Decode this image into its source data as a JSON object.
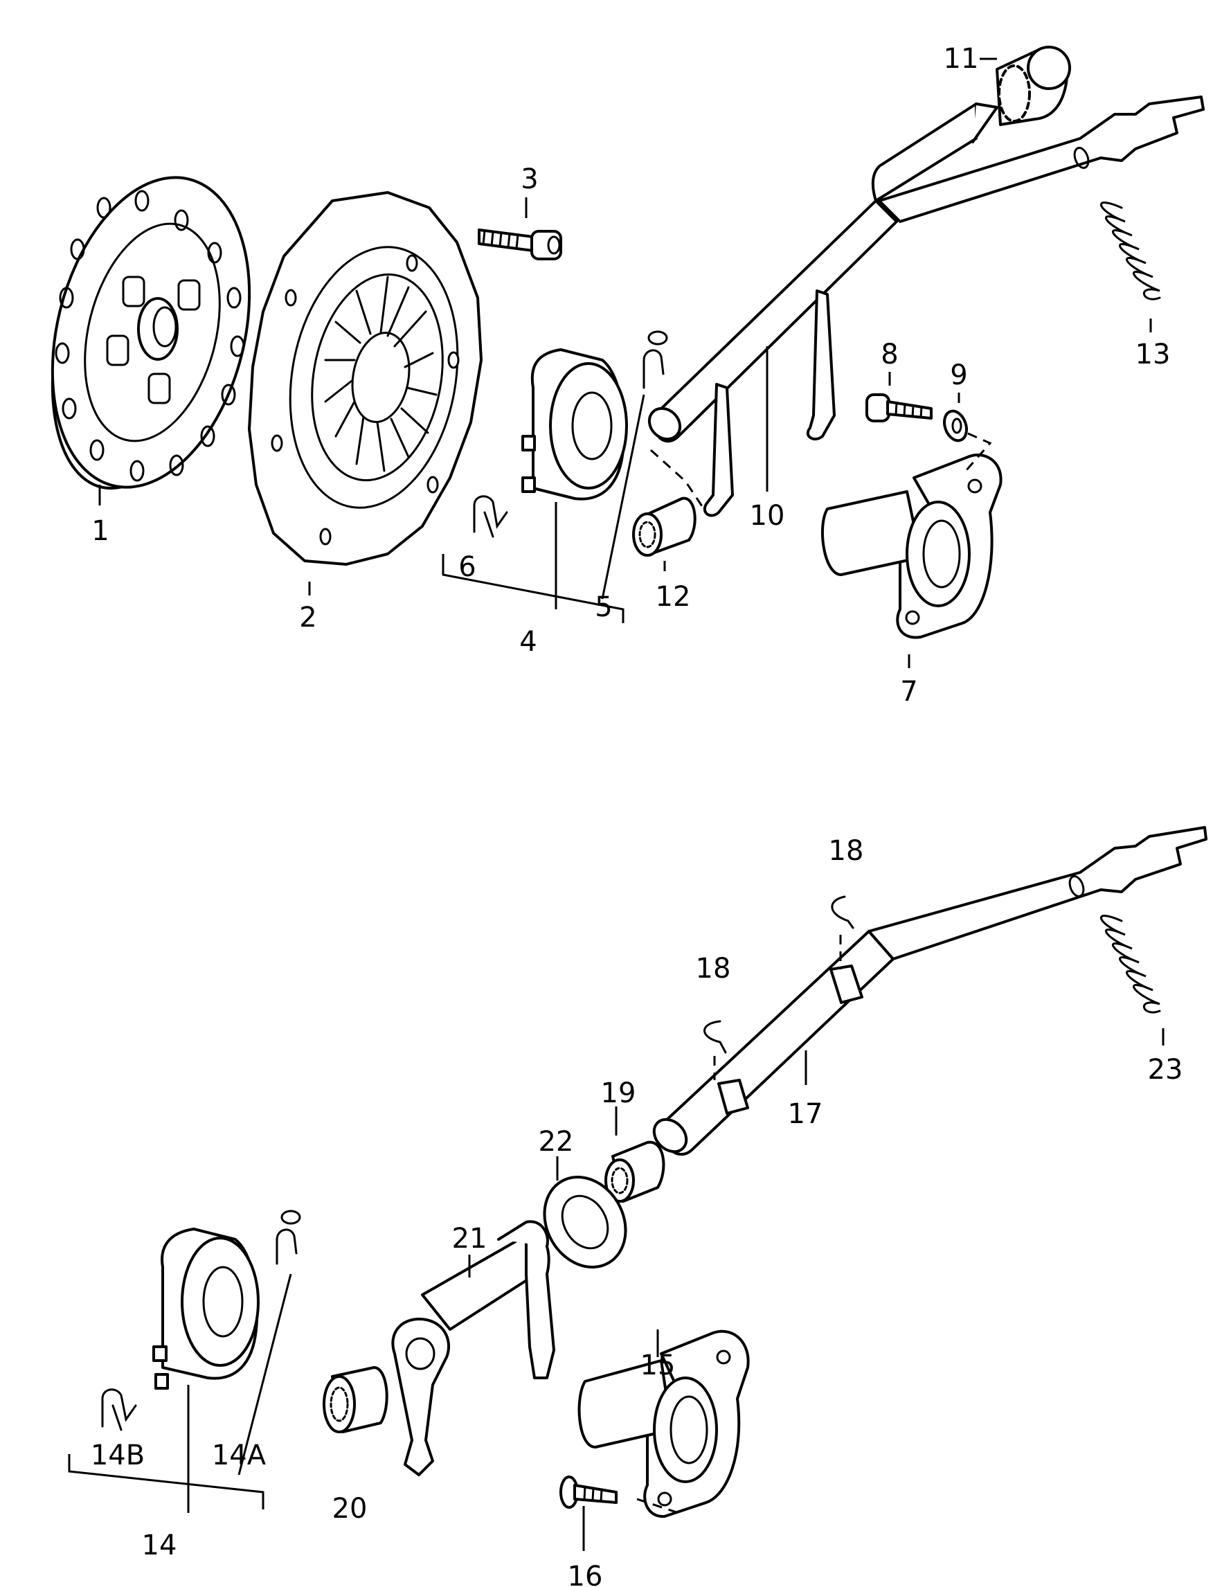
{
  "diagram": {
    "top_assembly": {
      "labels": [
        "1",
        "2",
        "3",
        "4",
        "5",
        "6",
        "7",
        "8",
        "9",
        "10",
        "11",
        "12",
        "13"
      ]
    },
    "bottom_assembly": {
      "labels": [
        "14",
        "14A",
        "14B",
        "15",
        "16",
        "17",
        "18",
        "18",
        "19",
        "20",
        "21",
        "22",
        "23"
      ]
    }
  }
}
